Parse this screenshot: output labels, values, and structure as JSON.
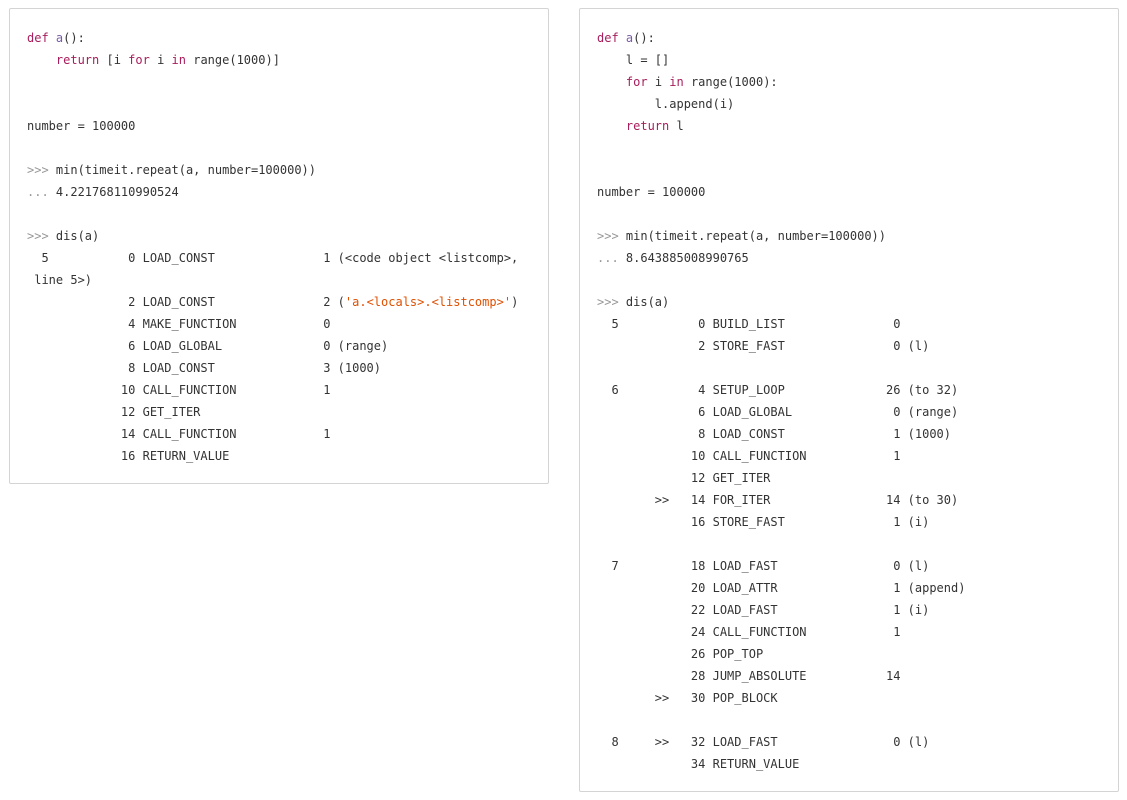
{
  "colors": {
    "keyword": "#a71d5d",
    "function_name": "#795da3",
    "string": "#df5000",
    "prompt": "#969896",
    "text": "#333333",
    "border": "#d4d4d4"
  },
  "left_panel": {
    "lines": [
      [
        {
          "t": "def",
          "s": "kw"
        },
        {
          "t": " "
        },
        {
          "t": "a",
          "s": "fn"
        },
        {
          "t": "():"
        }
      ],
      [
        {
          "t": "    "
        },
        {
          "t": "return",
          "s": "kw"
        },
        {
          "t": " [i "
        },
        {
          "t": "for",
          "s": "kw"
        },
        {
          "t": " i "
        },
        {
          "t": "in",
          "s": "kw"
        },
        {
          "t": " range(1000)]"
        }
      ],
      [],
      [],
      [
        {
          "t": "number = 100000"
        }
      ],
      [],
      [
        {
          "t": ">>>",
          "s": "pr"
        },
        {
          "t": " min(timeit.repeat(a, number=100000))"
        }
      ],
      [
        {
          "t": "...",
          "s": "pr"
        },
        {
          "t": " 4.221768110990524"
        }
      ],
      [],
      [
        {
          "t": ">>>",
          "s": "pr"
        },
        {
          "t": " dis(a)"
        }
      ],
      [
        {
          "t": "  5           0 LOAD_CONST               1 (<code object <listcomp>,"
        }
      ],
      [
        {
          "t": " line 5>)"
        }
      ],
      [
        {
          "t": "              2 LOAD_CONST               2 ("
        },
        {
          "t": "'a.<locals>.<listcomp>'",
          "s": "str"
        },
        {
          "t": ")"
        }
      ],
      [
        {
          "t": "              4 MAKE_FUNCTION            0"
        }
      ],
      [
        {
          "t": "              6 LOAD_GLOBAL              0 (range)"
        }
      ],
      [
        {
          "t": "              8 LOAD_CONST               3 (1000)"
        }
      ],
      [
        {
          "t": "             10 CALL_FUNCTION            1"
        }
      ],
      [
        {
          "t": "             12 GET_ITER"
        }
      ],
      [
        {
          "t": "             14 CALL_FUNCTION            1"
        }
      ],
      [
        {
          "t": "             16 RETURN_VALUE"
        }
      ]
    ]
  },
  "right_panel": {
    "lines": [
      [
        {
          "t": "def",
          "s": "kw"
        },
        {
          "t": " "
        },
        {
          "t": "a",
          "s": "fn"
        },
        {
          "t": "():"
        }
      ],
      [
        {
          "t": "    l = []"
        }
      ],
      [
        {
          "t": "    "
        },
        {
          "t": "for",
          "s": "kw"
        },
        {
          "t": " i "
        },
        {
          "t": "in",
          "s": "kw"
        },
        {
          "t": " range(1000):"
        }
      ],
      [
        {
          "t": "        l.append(i)"
        }
      ],
      [
        {
          "t": "    "
        },
        {
          "t": "return",
          "s": "kw"
        },
        {
          "t": " l"
        }
      ],
      [],
      [],
      [
        {
          "t": "number = 100000"
        }
      ],
      [],
      [
        {
          "t": ">>>",
          "s": "pr"
        },
        {
          "t": " min(timeit.repeat(a, number=100000))"
        }
      ],
      [
        {
          "t": "...",
          "s": "pr"
        },
        {
          "t": " 8.643885008990765"
        }
      ],
      [],
      [
        {
          "t": ">>>",
          "s": "pr"
        },
        {
          "t": " dis(a)"
        }
      ],
      [
        {
          "t": "  5           0 BUILD_LIST               0"
        }
      ],
      [
        {
          "t": "              2 STORE_FAST               0 (l)"
        }
      ],
      [],
      [
        {
          "t": "  6           4 SETUP_LOOP              26 (to 32)"
        }
      ],
      [
        {
          "t": "              6 LOAD_GLOBAL              0 (range)"
        }
      ],
      [
        {
          "t": "              8 LOAD_CONST               1 (1000)"
        }
      ],
      [
        {
          "t": "             10 CALL_FUNCTION            1"
        }
      ],
      [
        {
          "t": "             12 GET_ITER"
        }
      ],
      [
        {
          "t": "        >>   14 FOR_ITER                14 (to 30)"
        }
      ],
      [
        {
          "t": "             16 STORE_FAST               1 (i)"
        }
      ],
      [],
      [
        {
          "t": "  7          18 LOAD_FAST                0 (l)"
        }
      ],
      [
        {
          "t": "             20 LOAD_ATTR                1 (append)"
        }
      ],
      [
        {
          "t": "             22 LOAD_FAST                1 (i)"
        }
      ],
      [
        {
          "t": "             24 CALL_FUNCTION            1"
        }
      ],
      [
        {
          "t": "             26 POP_TOP"
        }
      ],
      [
        {
          "t": "             28 JUMP_ABSOLUTE           14"
        }
      ],
      [
        {
          "t": "        >>   30 POP_BLOCK"
        }
      ],
      [],
      [
        {
          "t": "  8     >>   32 LOAD_FAST                0 (l)"
        }
      ],
      [
        {
          "t": "             34 RETURN_VALUE"
        }
      ]
    ]
  }
}
